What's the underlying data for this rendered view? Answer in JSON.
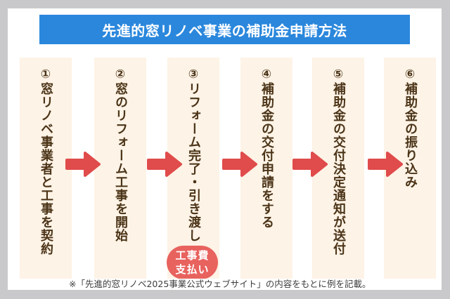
{
  "title": "先進的窓リノベ事業の補助金申請方法",
  "steps": [
    {
      "number": "①",
      "label": "窓リノベ事業者と工事を契約"
    },
    {
      "number": "②",
      "label": "窓のリフォーム工事を開始"
    },
    {
      "number": "③",
      "label": "リフォーム完了・引き渡し"
    },
    {
      "number": "④",
      "label": "補助金の交付申請をする"
    },
    {
      "number": "⑤",
      "label": "補助金の交付決定通知が送付"
    },
    {
      "number": "⑥",
      "label": "補助金の振り込み"
    }
  ],
  "arrows": [
    "arrow-right-icon",
    "arrow-right-icon",
    "arrow-right-icon",
    "arrow-right-icon",
    "arrow-right-icon"
  ],
  "badge": {
    "line1": "工事費",
    "line2": "支払い"
  },
  "note": "※「先進的窓リノベ2025事業公式ウェブサイト」の内容をもとに例を記載。",
  "colors": {
    "banner": "#2a87dc",
    "step_background": "#fdf3e6",
    "step_text": "#4b3418",
    "arrow": "#e04b4b",
    "badge": "#e8625e",
    "page_border": "#c9c9cb"
  }
}
